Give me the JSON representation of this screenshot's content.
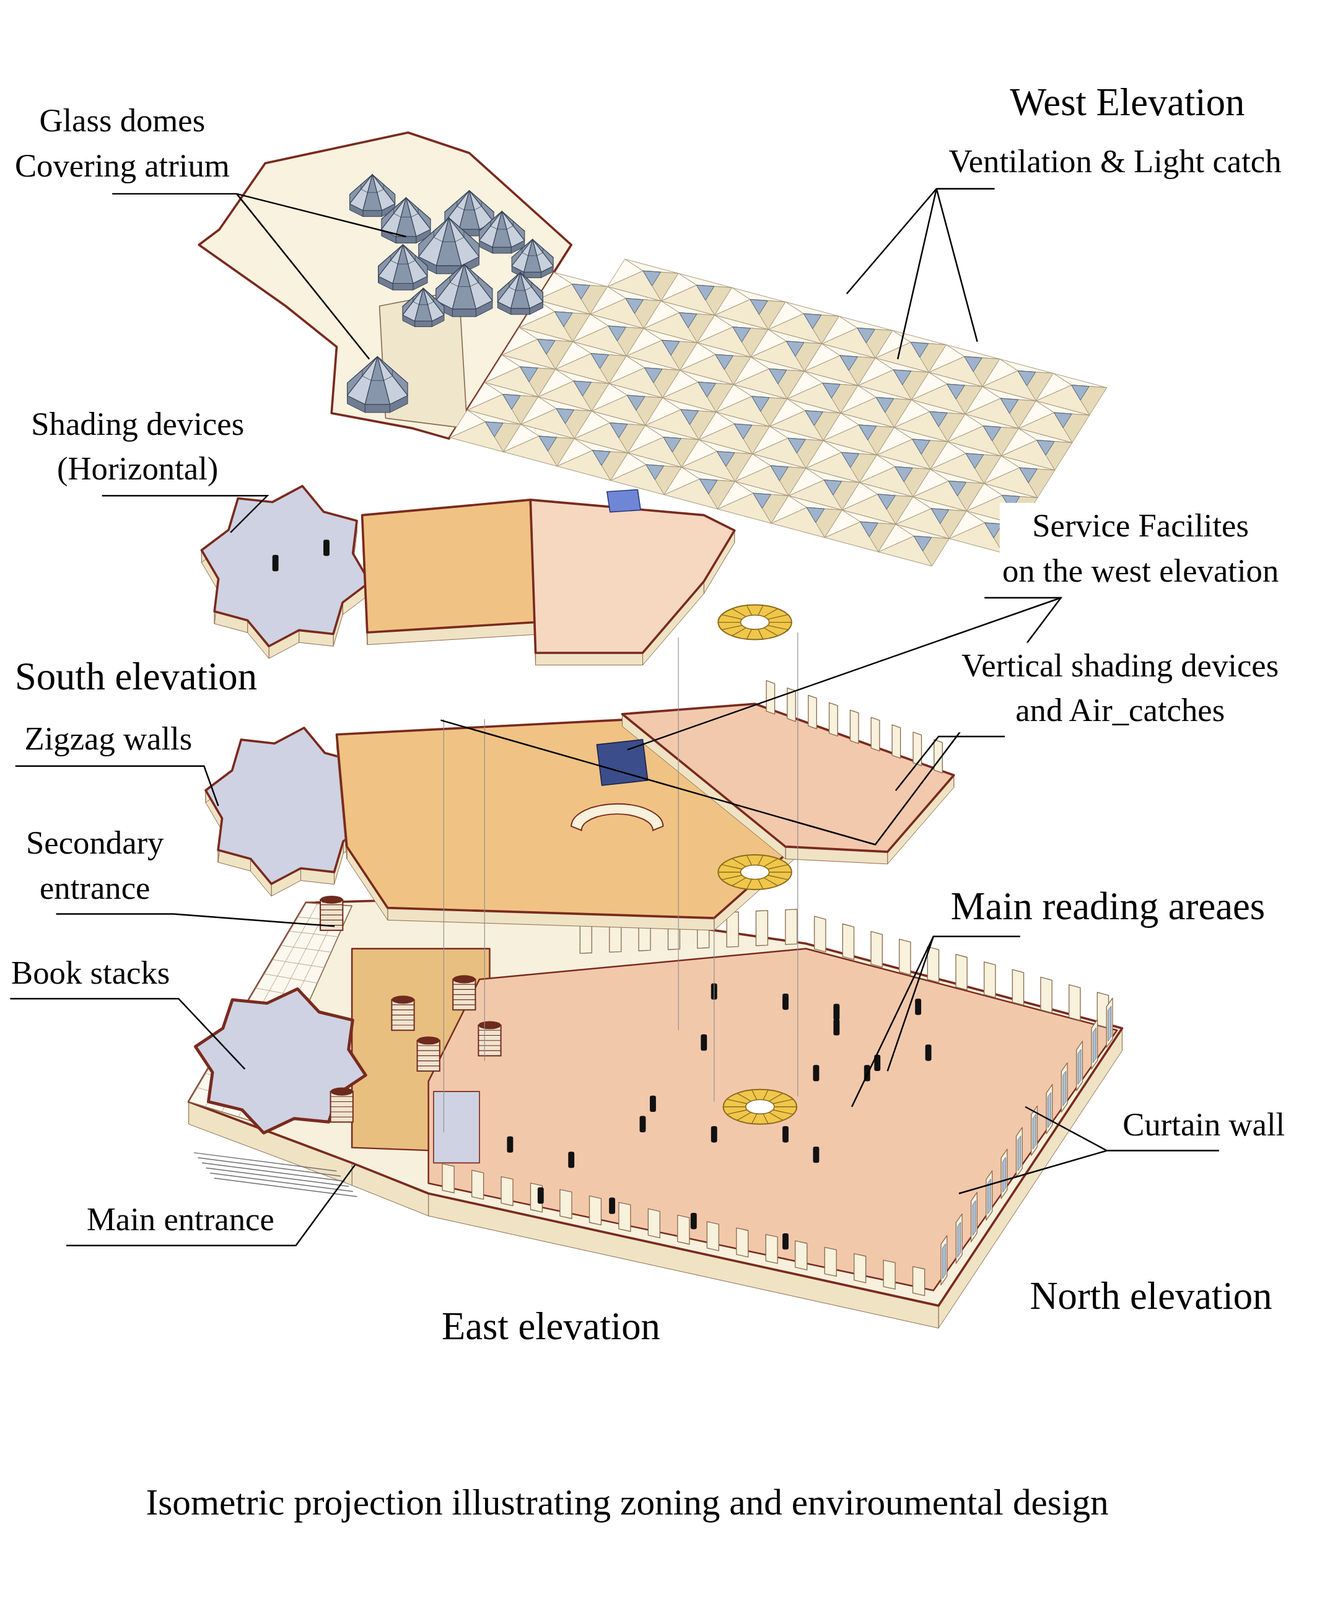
{
  "diagram": {
    "caption": "Isometric projection illustrating zoning and enviroumental design",
    "labels": [
      "Glass domes Covering atrium",
      "West Elevation",
      "Ventilation & Light catch",
      "Shading devices (Horizontal)",
      "Service Facilites on the west elevation",
      "South elevation",
      "Vertical shading devices and Air_catches",
      "Zigzag walls",
      "Secondary entrance",
      "Main reading areaes",
      "Book stacks",
      "Curtain wall",
      "Main entrance",
      "North elevation",
      "East elevation"
    ]
  }
}
